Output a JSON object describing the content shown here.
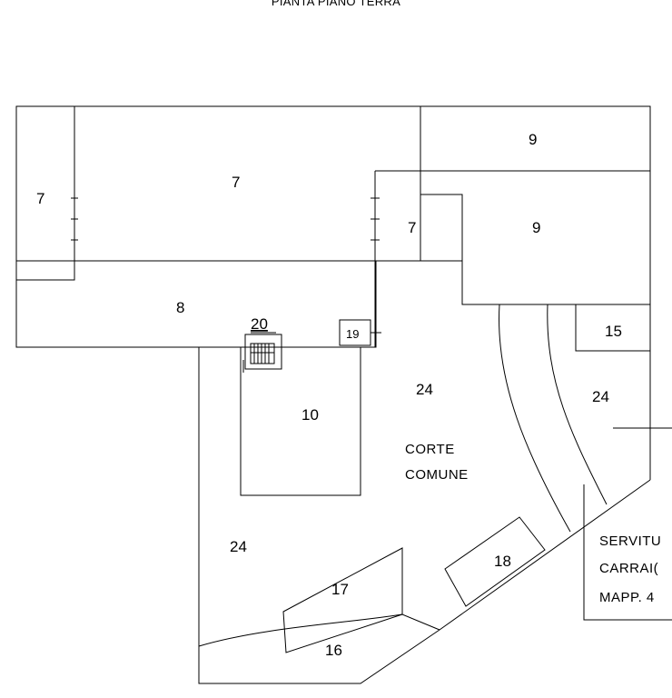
{
  "title": "PIANTA PIANO TERRA",
  "labels": {
    "r7_left": "7",
    "r7_top": "7",
    "r7_mid": "7",
    "r9_top": "9",
    "r9_mid": "9",
    "r8": "8",
    "r20": "20",
    "r19": "19",
    "r15": "15",
    "r10": "10",
    "r24_center": "24",
    "r24_right": "24",
    "r24_left": "24",
    "corte_line1": "CORTE",
    "corte_line2": "COMUNE",
    "r18": "18",
    "r17": "17",
    "r16": "16",
    "servitu_line1": "SERVITU",
    "servitu_line2": "CARRAI(",
    "servitu_line3": "MAPP. 4"
  }
}
